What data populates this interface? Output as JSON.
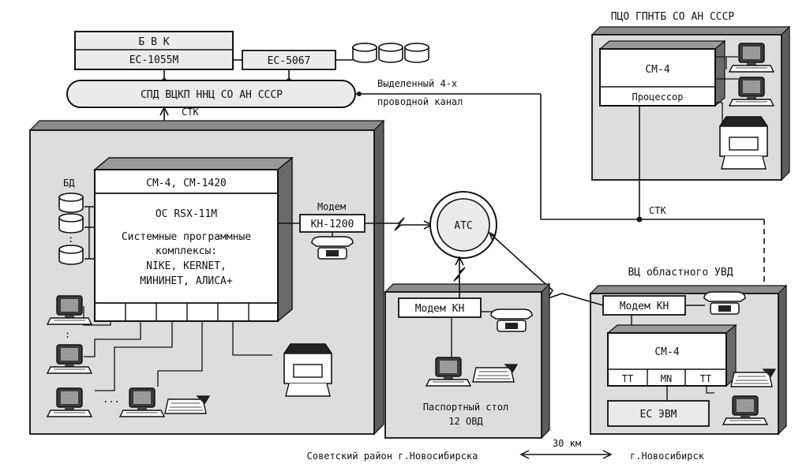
{
  "labels": {
    "bvk": "Б В К",
    "es1055m": "ЕС-1055М",
    "es5067": "ЕС-5067",
    "spd": "СПД ВЦКП ННЦ СО АН СССР",
    "channel_line1": "Выделенный 4-х",
    "channel_line2": "проводной канал",
    "stk_top": "СТК",
    "bd": "БД",
    "sm4_sm1420": "СМ-4, СМ-1420",
    "os": "ОС RSX-11M",
    "sys_line1": "Системные программные",
    "sys_line2": "комплексы:",
    "sys_line3": "NIKE, KERNET,",
    "sys_line4": "МИНИНЕТ, АЛИСА+",
    "modem_title": "Модем",
    "kn1200": "КН-1200",
    "ats": "АТС",
    "pco_title": "ПЦО ГПНТБ СО АН СССР",
    "pco_sm4": "СМ-4",
    "pco_processor": "Процессор",
    "stk_right": "СТК",
    "uvd_title": "ВЦ областного УВД",
    "uvd_modem": "Модем КН",
    "uvd_sm4": "СМ-4",
    "tt_left": "ТТ",
    "mn": "MN",
    "tt_right": "ТТ",
    "es_evm": "ЕС  ЭВМ",
    "passport_modem": "Модем КН",
    "passport_line1": "Паспортный стол",
    "passport_line2": "12 ОВД",
    "dots_vertical": ":",
    "dots_horizontal": "...",
    "district": "Советский район г.Новосибирска",
    "distance": "30 км",
    "city": "г.Новосибирск"
  }
}
